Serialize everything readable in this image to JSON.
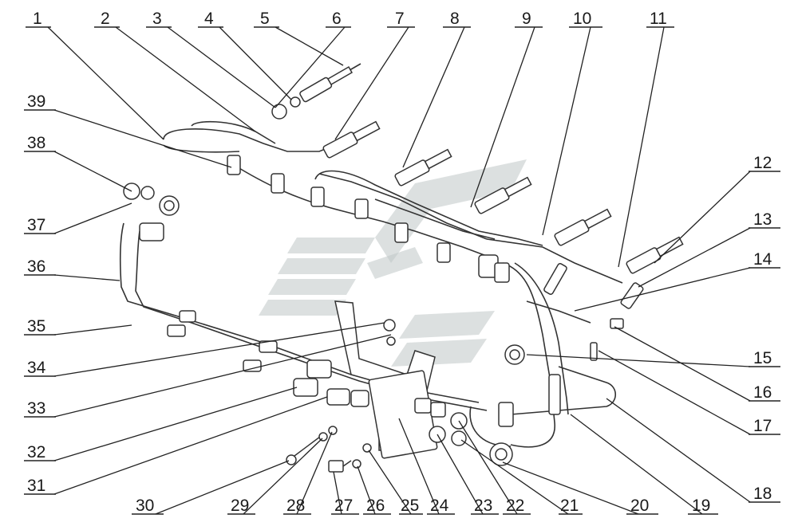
{
  "diagram": {
    "callouts": [
      "1",
      "2",
      "3",
      "4",
      "5",
      "6",
      "7",
      "8",
      "9",
      "10",
      "11",
      "12",
      "13",
      "14",
      "15",
      "16",
      "17",
      "18",
      "19",
      "20",
      "21",
      "22",
      "23",
      "24",
      "25",
      "26",
      "27",
      "28",
      "29",
      "30",
      "31",
      "32",
      "33",
      "34",
      "35",
      "36",
      "37",
      "38",
      "39"
    ]
  }
}
